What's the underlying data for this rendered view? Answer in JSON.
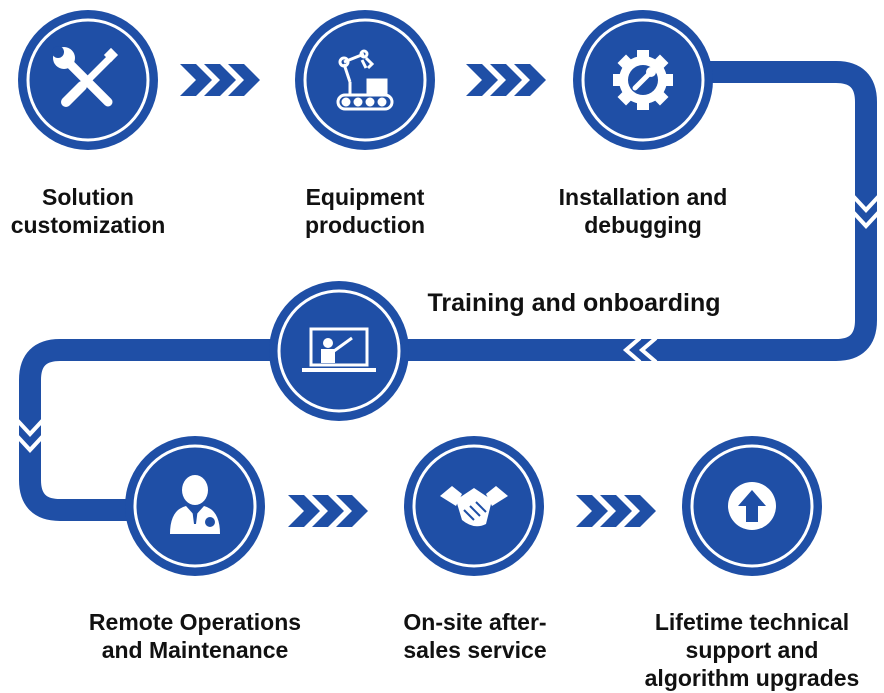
{
  "colors": {
    "primary": "#1f4fa6",
    "primary_dark": "#15387c",
    "ring": "#cfd9ee",
    "text": "#111111",
    "white": "#ffffff"
  },
  "steps": [
    {
      "id": "solution",
      "label": "Solution\ncustomization",
      "icon": "wrench-screwdriver-icon"
    },
    {
      "id": "equipment",
      "label": "Equipment\nproduction",
      "icon": "robot-arm-conveyor-icon"
    },
    {
      "id": "installation",
      "label": "Installation and\ndebugging",
      "icon": "gear-wrench-icon"
    },
    {
      "id": "training",
      "label": "Training and onboarding",
      "icon": "presentation-screen-icon"
    },
    {
      "id": "remote",
      "label": "Remote Operations\nand Maintenance",
      "icon": "engineer-icon"
    },
    {
      "id": "onsite",
      "label": "On-site after-\nsales service",
      "icon": "handshake-icon"
    },
    {
      "id": "lifetime",
      "label": "Lifetime technical\nsupport and\nalgorithm upgrades",
      "icon": "upload-arrow-icon"
    }
  ]
}
